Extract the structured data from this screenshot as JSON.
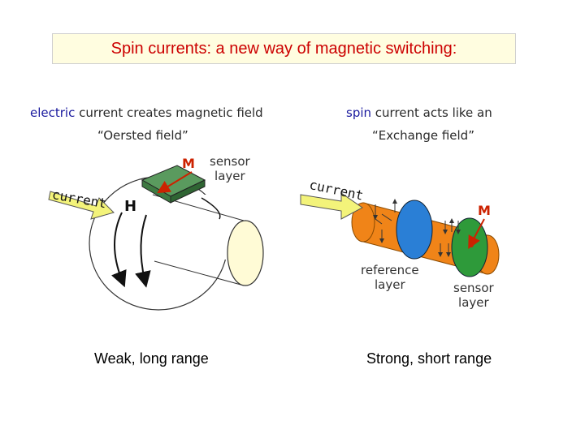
{
  "title": "Spin currents: a new way of magnetic switching:",
  "left": {
    "desc_prefix": "electric",
    "desc_rest": " current creates magnetic field",
    "field_name": "“Oersted field”",
    "m_label": "M",
    "sensor_label": "sensor\nlayer",
    "current_label": "current",
    "h_label": "H",
    "caption": "Weak, long range"
  },
  "right": {
    "desc_prefix": "spin",
    "desc_rest": " current acts like an",
    "field_name": "“Exchange field”",
    "current_label": "current",
    "m_label": "M",
    "reference_label": "reference\nlayer",
    "sensor_label": "sensor\nlayer",
    "caption": "Strong, short range"
  },
  "colors": {
    "title_text": "#cc0000",
    "title_bg": "#fffde0",
    "cylinder_fill": "#ffffff",
    "cylinder_end": "#fffbd6",
    "sensor_chip": "#4e8b52",
    "arrow_fill": "#f3f37a",
    "orange": "#f08418",
    "blue_disk": "#2a7fd6",
    "green_disk": "#2e9a3a"
  }
}
